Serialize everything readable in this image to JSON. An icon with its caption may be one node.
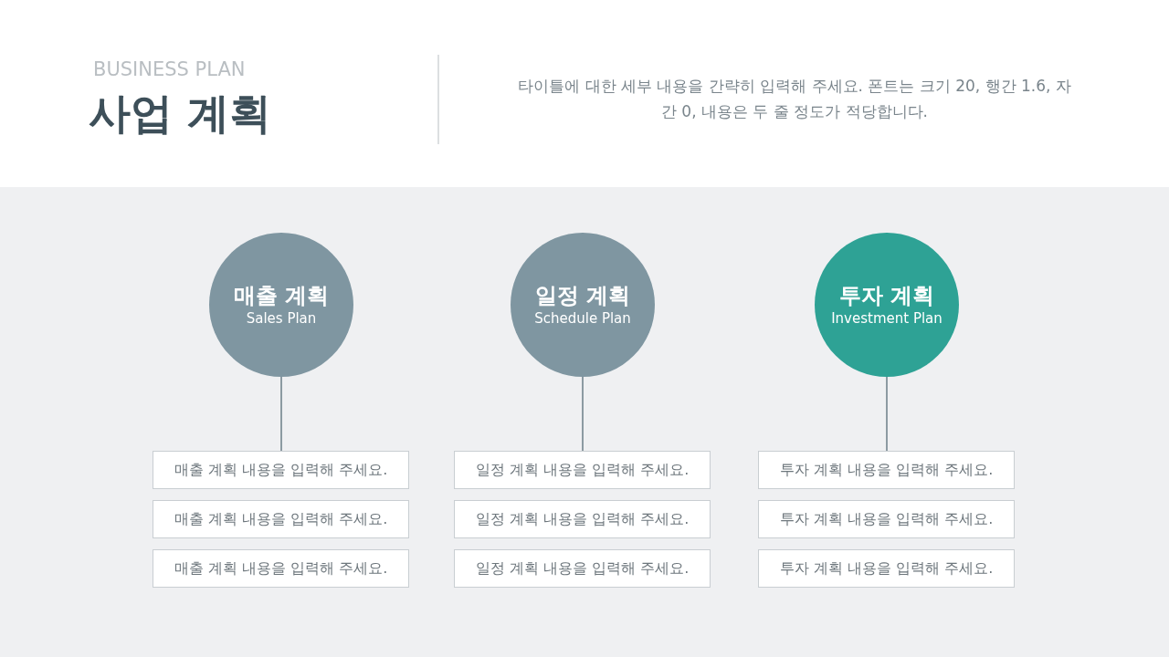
{
  "diagram": {
    "title": "사업 계획",
    "nodes": [
      {
        "text": [
          "매출 계획",
          "Sales Plan"
        ]
      },
      {
        "text": [
          "매출 계획 내용을 입력해 주세요."
        ]
      },
      {
        "text": [
          "매출 계획 내용을 입력해 주세요."
        ]
      },
      {
        "text": [
          "매출 계획 내용을 입력해 주세요."
        ]
      },
      {
        "text": [
          "일정 계획",
          "Schedule Plan"
        ]
      },
      {
        "text": [
          "일정 계획 내용을 입력해 주세요."
        ]
      },
      {
        "text": [
          "일정 계획 내용을 입력해 주세요."
        ]
      },
      {
        "text": [
          "일정 계획 내용을 입력해 주세요."
        ]
      },
      {
        "text": [
          "투자 계획",
          "Investment Plan"
        ]
      },
      {
        "text": [
          "투자 계획 내용을 입력해 주세요."
        ]
      },
      {
        "text": [
          "투자 계획 내용을 입력해 주세요."
        ]
      },
      {
        "text": [
          "투자 계획 내용을 입력해 주세요."
        ]
      }
    ],
    "edges": [
      {
        "from": 0,
        "to": 1,
        "arrow": "none"
      },
      {
        "from": 4,
        "to": 5,
        "arrow": "none"
      },
      {
        "from": 8,
        "to": 9,
        "arrow": "none"
      }
    ],
    "labels": [
      "BUSINESS PLAN",
      "타이틀에 대한 세부 내용을 간략히 입력해 주세요. 폰트는 크기 20, 행간 1.6, 자간 0, 내용은 두 줄 정도가 적당합니다."
    ]
  }
}
